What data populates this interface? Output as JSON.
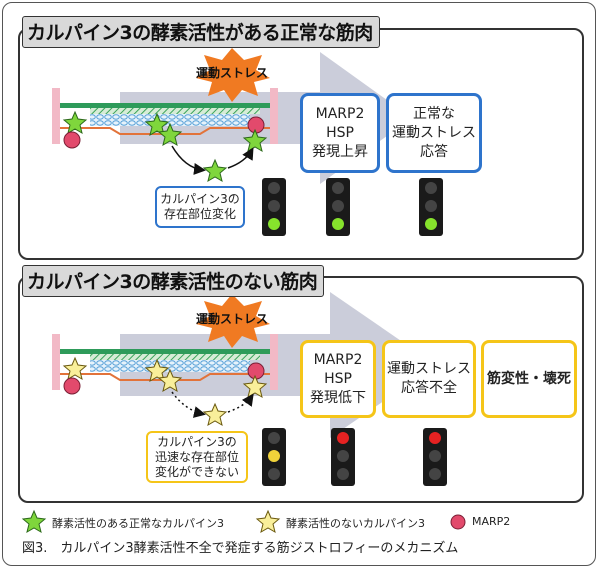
{
  "top_panel": {
    "title": "カルパイン3の酵素活性がある正常な筋肉",
    "stress_label": "運動ストレス",
    "small_box": [
      "カルパイン3の",
      "存在部位変化"
    ],
    "box1": [
      "MARP2",
      "HSP",
      "発現上昇"
    ],
    "box2": [
      "正常な",
      "運動ストレス",
      "応答"
    ],
    "lights": [
      "green",
      "green",
      "green"
    ]
  },
  "bottom_panel": {
    "title": "カルパイン3の酵素活性のない筋肉",
    "stress_label": "運動ストレス",
    "small_box": [
      "カルパイン3の",
      "迅速な存在部位",
      "変化ができない"
    ],
    "box1": [
      "MARP2",
      "HSP",
      "発現低下"
    ],
    "box2": [
      "運動ストレス",
      "応答不全"
    ],
    "box3": "筋変性・壊死",
    "lights": [
      "yellow",
      "red",
      "red"
    ]
  },
  "legend": {
    "active": "酵素活性のある正常なカルパイン3",
    "inactive": "酵素活性のないカルパイン3",
    "marp2": "MARP2"
  },
  "caption": "図3.　カルパイン3酵素活性不全で発症する筋ジストロフィーのメカニズム",
  "colors": {
    "blue_box": "#2e74cc",
    "yellow_box": "#f5c518",
    "active_star": "#7fd63c",
    "inactive_star": "#f9ef9a",
    "marp2": "#e24a6c",
    "arrow": "#c8cad8",
    "burst": "#f07a22"
  }
}
